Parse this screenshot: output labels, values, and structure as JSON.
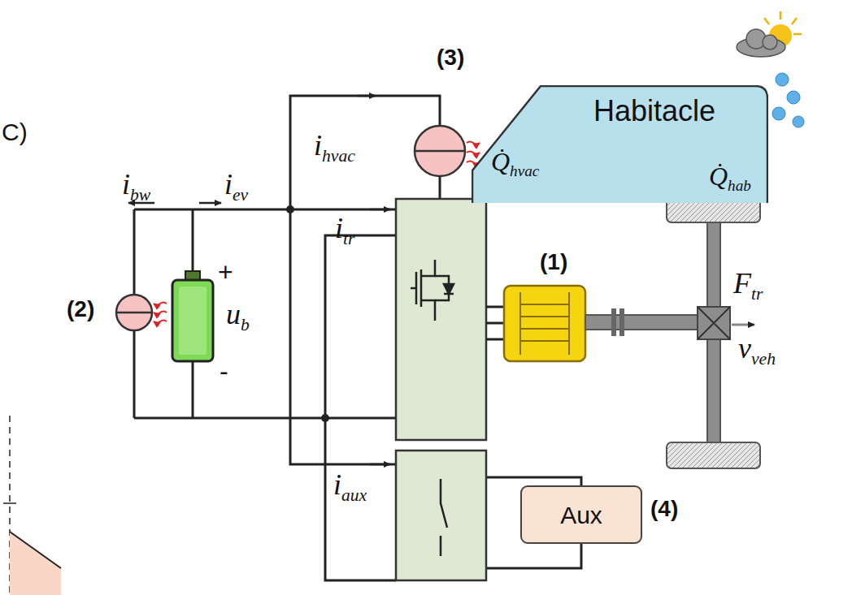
{
  "diagram": {
    "nodes": [
      {
        "text": [
          "Habitacle"
        ]
      },
      {
        "text": [
          "Aux"
        ]
      }
    ],
    "labels": [
      "(3)",
      "ihvac",
      "Q̇hvac",
      "Q̇hab",
      "C)",
      "ibw",
      "iev",
      "(1)",
      "itr",
      "(2)",
      "+",
      "ub",
      "-",
      "Ftr",
      "vveh",
      "iaux",
      "(4)"
    ]
  }
}
